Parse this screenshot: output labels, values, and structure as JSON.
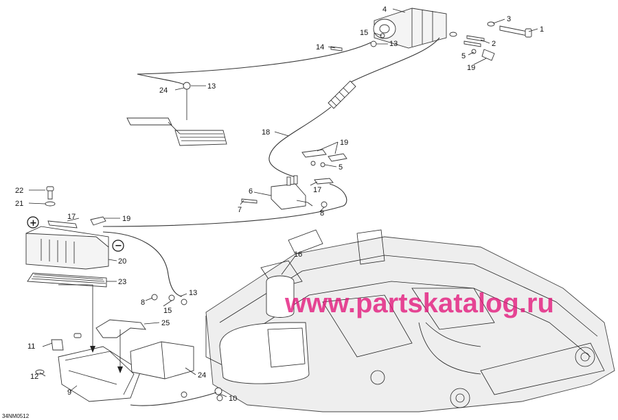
{
  "diagram_code": "34NM0512",
  "watermark": "www.partskatalog.ru",
  "battery_positive_symbol": "+",
  "battery_negative_symbol": "−",
  "callouts": {
    "c1": "1",
    "c2": "2",
    "c3": "3",
    "c4": "4",
    "c5a": "5",
    "c5b": "5",
    "c6": "6",
    "c7": "7",
    "c8a": "8",
    "c8b": "8",
    "c9": "9",
    "c10": "10",
    "c11": "11",
    "c12": "12",
    "c13a": "13",
    "c13b": "13",
    "c13c": "13",
    "c14": "14",
    "c15a": "15",
    "c15b": "15",
    "c16": "16",
    "c17a": "17",
    "c17b": "17",
    "c18": "18",
    "c19a": "19",
    "c19b": "19",
    "c19c": "19",
    "c20": "20",
    "c21": "21",
    "c22": "22",
    "c23": "23",
    "c24a": "24",
    "c24b": "24",
    "c25": "25"
  },
  "colors": {
    "watermark": "#e3157a",
    "line": "#222222"
  }
}
